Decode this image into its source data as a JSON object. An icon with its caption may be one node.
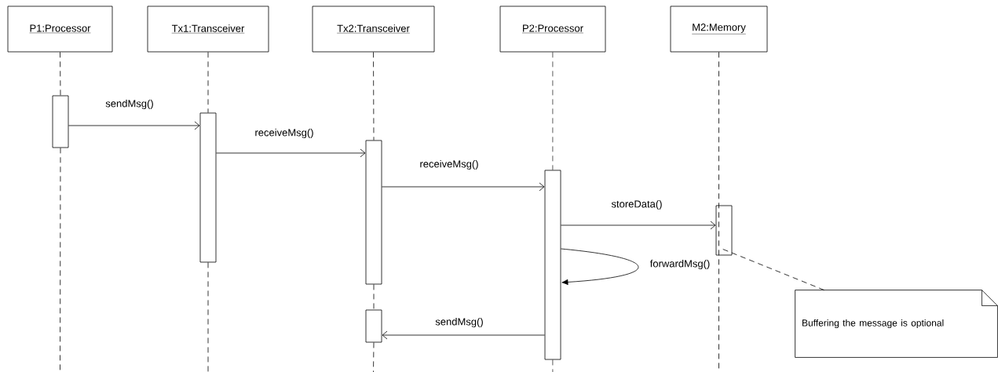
{
  "diagram": {
    "nodes": [
      {
        "text": [
          "P1:Processor"
        ]
      },
      {
        "text": [
          "Tx1:Transceiver"
        ]
      },
      {
        "text": [
          "Tx2:Transceiver"
        ]
      },
      {
        "text": [
          "P2:Processor"
        ]
      },
      {
        "text": [
          "M2:Memory"
        ]
      },
      {
        "text": [],
        "shape": "box"
      },
      {
        "text": [],
        "shape": "box"
      },
      {
        "text": [],
        "shape": "box"
      },
      {
        "text": [],
        "shape": "box"
      },
      {
        "text": [],
        "shape": "box"
      },
      {
        "text": [],
        "shape": "box"
      },
      {
        "text": [
          "Buffering the message is optional"
        ]
      }
    ],
    "edges": [
      {
        "from": 0,
        "to": null,
        "arrow": "none",
        "style": "dashed"
      },
      {
        "from": 1,
        "to": null,
        "arrow": "none",
        "style": "dashed"
      },
      {
        "from": 2,
        "to": null,
        "arrow": "none",
        "style": "dashed"
      },
      {
        "from": 3,
        "to": null,
        "arrow": "none",
        "style": "dashed"
      },
      {
        "from": 4,
        "to": null,
        "arrow": "none",
        "style": "dashed"
      },
      {
        "from": 5,
        "to": 6,
        "arrow": "to",
        "label": "sendMsg()"
      },
      {
        "from": 6,
        "to": 7,
        "arrow": "to",
        "label": "receiveMsg()"
      },
      {
        "from": 7,
        "to": 8,
        "arrow": "to",
        "label": "receiveMsg()"
      },
      {
        "from": 8,
        "to": 9,
        "arrow": "to",
        "label": "storeData()"
      },
      {
        "from": 8,
        "to": 8,
        "arrow": "to",
        "label": "forwardMsg()"
      },
      {
        "from": 8,
        "to": 10,
        "arrow": "to",
        "label": "sendMsg()"
      },
      {
        "from": 11,
        "to": 9,
        "arrow": "none",
        "style": "dashed"
      }
    ]
  }
}
